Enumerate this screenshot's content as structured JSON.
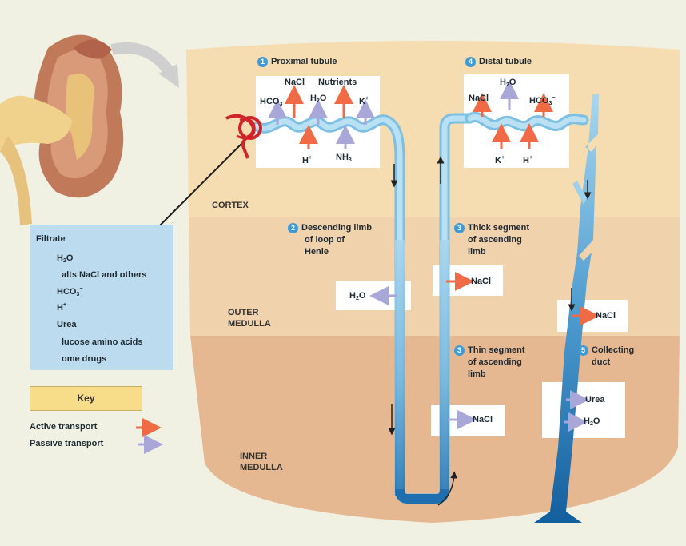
{
  "zones": {
    "cortex": "CORTEX",
    "outer_medulla": [
      "OUTER",
      "MEDULLA"
    ],
    "inner_medulla": [
      "INNER",
      "MEDULLA"
    ]
  },
  "segments": {
    "proximal": {
      "num": "1",
      "title": "Proximal tubule"
    },
    "descending": {
      "num": "2",
      "title": [
        "Descending limb",
        "of loop of",
        "Henle"
      ]
    },
    "thick": {
      "num": "3",
      "title": [
        "Thick segment",
        "of ascending",
        "limb"
      ]
    },
    "thin": {
      "num": "3",
      "title": [
        "Thin segment",
        "of ascending",
        "limb"
      ]
    },
    "distal": {
      "num": "4",
      "title": "Distal tubule"
    },
    "collecting": {
      "num": "5",
      "title": [
        "Collecting",
        "duct"
      ]
    }
  },
  "proximal_labels": {
    "nacl": "NaCl",
    "nutrients": "Nutrients",
    "hco3": "HCO",
    "hco3_sub": "3",
    "hco3_sup": "−",
    "h2o_a": "H",
    "h2o_sub": "2",
    "h2o_b": "O",
    "k": "K",
    "k_sup": "+",
    "h": "H",
    "h_sup": "+",
    "nh3": "NH",
    "nh3_sub": "3"
  },
  "distal_labels": {
    "h2o_a": "H",
    "h2o_sub": "2",
    "h2o_b": "O",
    "nacl": "NaCl",
    "hco3": "HCO",
    "hco3_sub": "3",
    "hco3_sup": "−",
    "k": "K",
    "k_sup": "+",
    "h": "H",
    "h_sup": "+"
  },
  "boxes": {
    "descending_h2o_a": "H",
    "descending_h2o_sub": "2",
    "descending_h2o_b": "O",
    "thick_nacl": "NaCl",
    "collecting_nacl": "NaCl",
    "thin_nacl": "NaCl",
    "collecting_urea": "Urea",
    "collecting_h2o_a": "H",
    "collecting_h2o_sub": "2",
    "collecting_h2o_b": "O"
  },
  "filtrate": {
    "title": "Filtrate",
    "h2o_a": "H",
    "h2o_sub": "2",
    "h2o_b": "O",
    "salts": "alts  NaCl and others",
    "hco3": "HCO",
    "hco3_sub": "3",
    "hco3_sup": "−",
    "h": "H",
    "h_sup": "+",
    "urea": "Urea",
    "glucose": "lucose  amino acids",
    "drugs": "ome drugs"
  },
  "key": {
    "title": "Key",
    "active": "Active transport",
    "passive": "Passive transport"
  },
  "colors": {
    "active": "#ef6a45",
    "passive": "#a9a6d8",
    "tubule": "#9fd0ea",
    "tubule_deep": "#1f78b5",
    "cortex": "#f6dcb1",
    "outer_medulla": "#f0d2ad",
    "inner_medulla": "#e6b891"
  }
}
